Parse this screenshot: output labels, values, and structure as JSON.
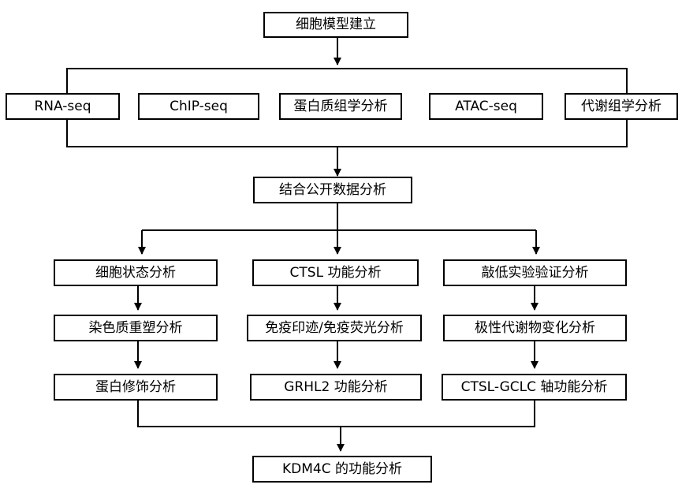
{
  "diagram": {
    "top": {
      "start": "细胞模型建立"
    },
    "omics": [
      "RNA-seq",
      "ChIP-seq",
      "蛋白质组学分析",
      "ATAC-seq",
      "代谢组学分析"
    ],
    "integration": "结合公开数据分析",
    "left_branch": [
      "细胞状态分析",
      "染色质重塑分析",
      "蛋白修饰分析"
    ],
    "middle_branch": [
      "CTSL 功能分析",
      "免疫印迹/免疫荧光分析",
      "GRHL2 功能分析"
    ],
    "right_branch": [
      "敲低实验验证分析",
      "极性代谢物变化分析",
      "CTSL-GCLC 轴功能分析"
    ],
    "final": "KDM4C 的功能分析"
  },
  "colors": {
    "line": "#000000",
    "box_border": "#000000",
    "background": "#ffffff"
  }
}
